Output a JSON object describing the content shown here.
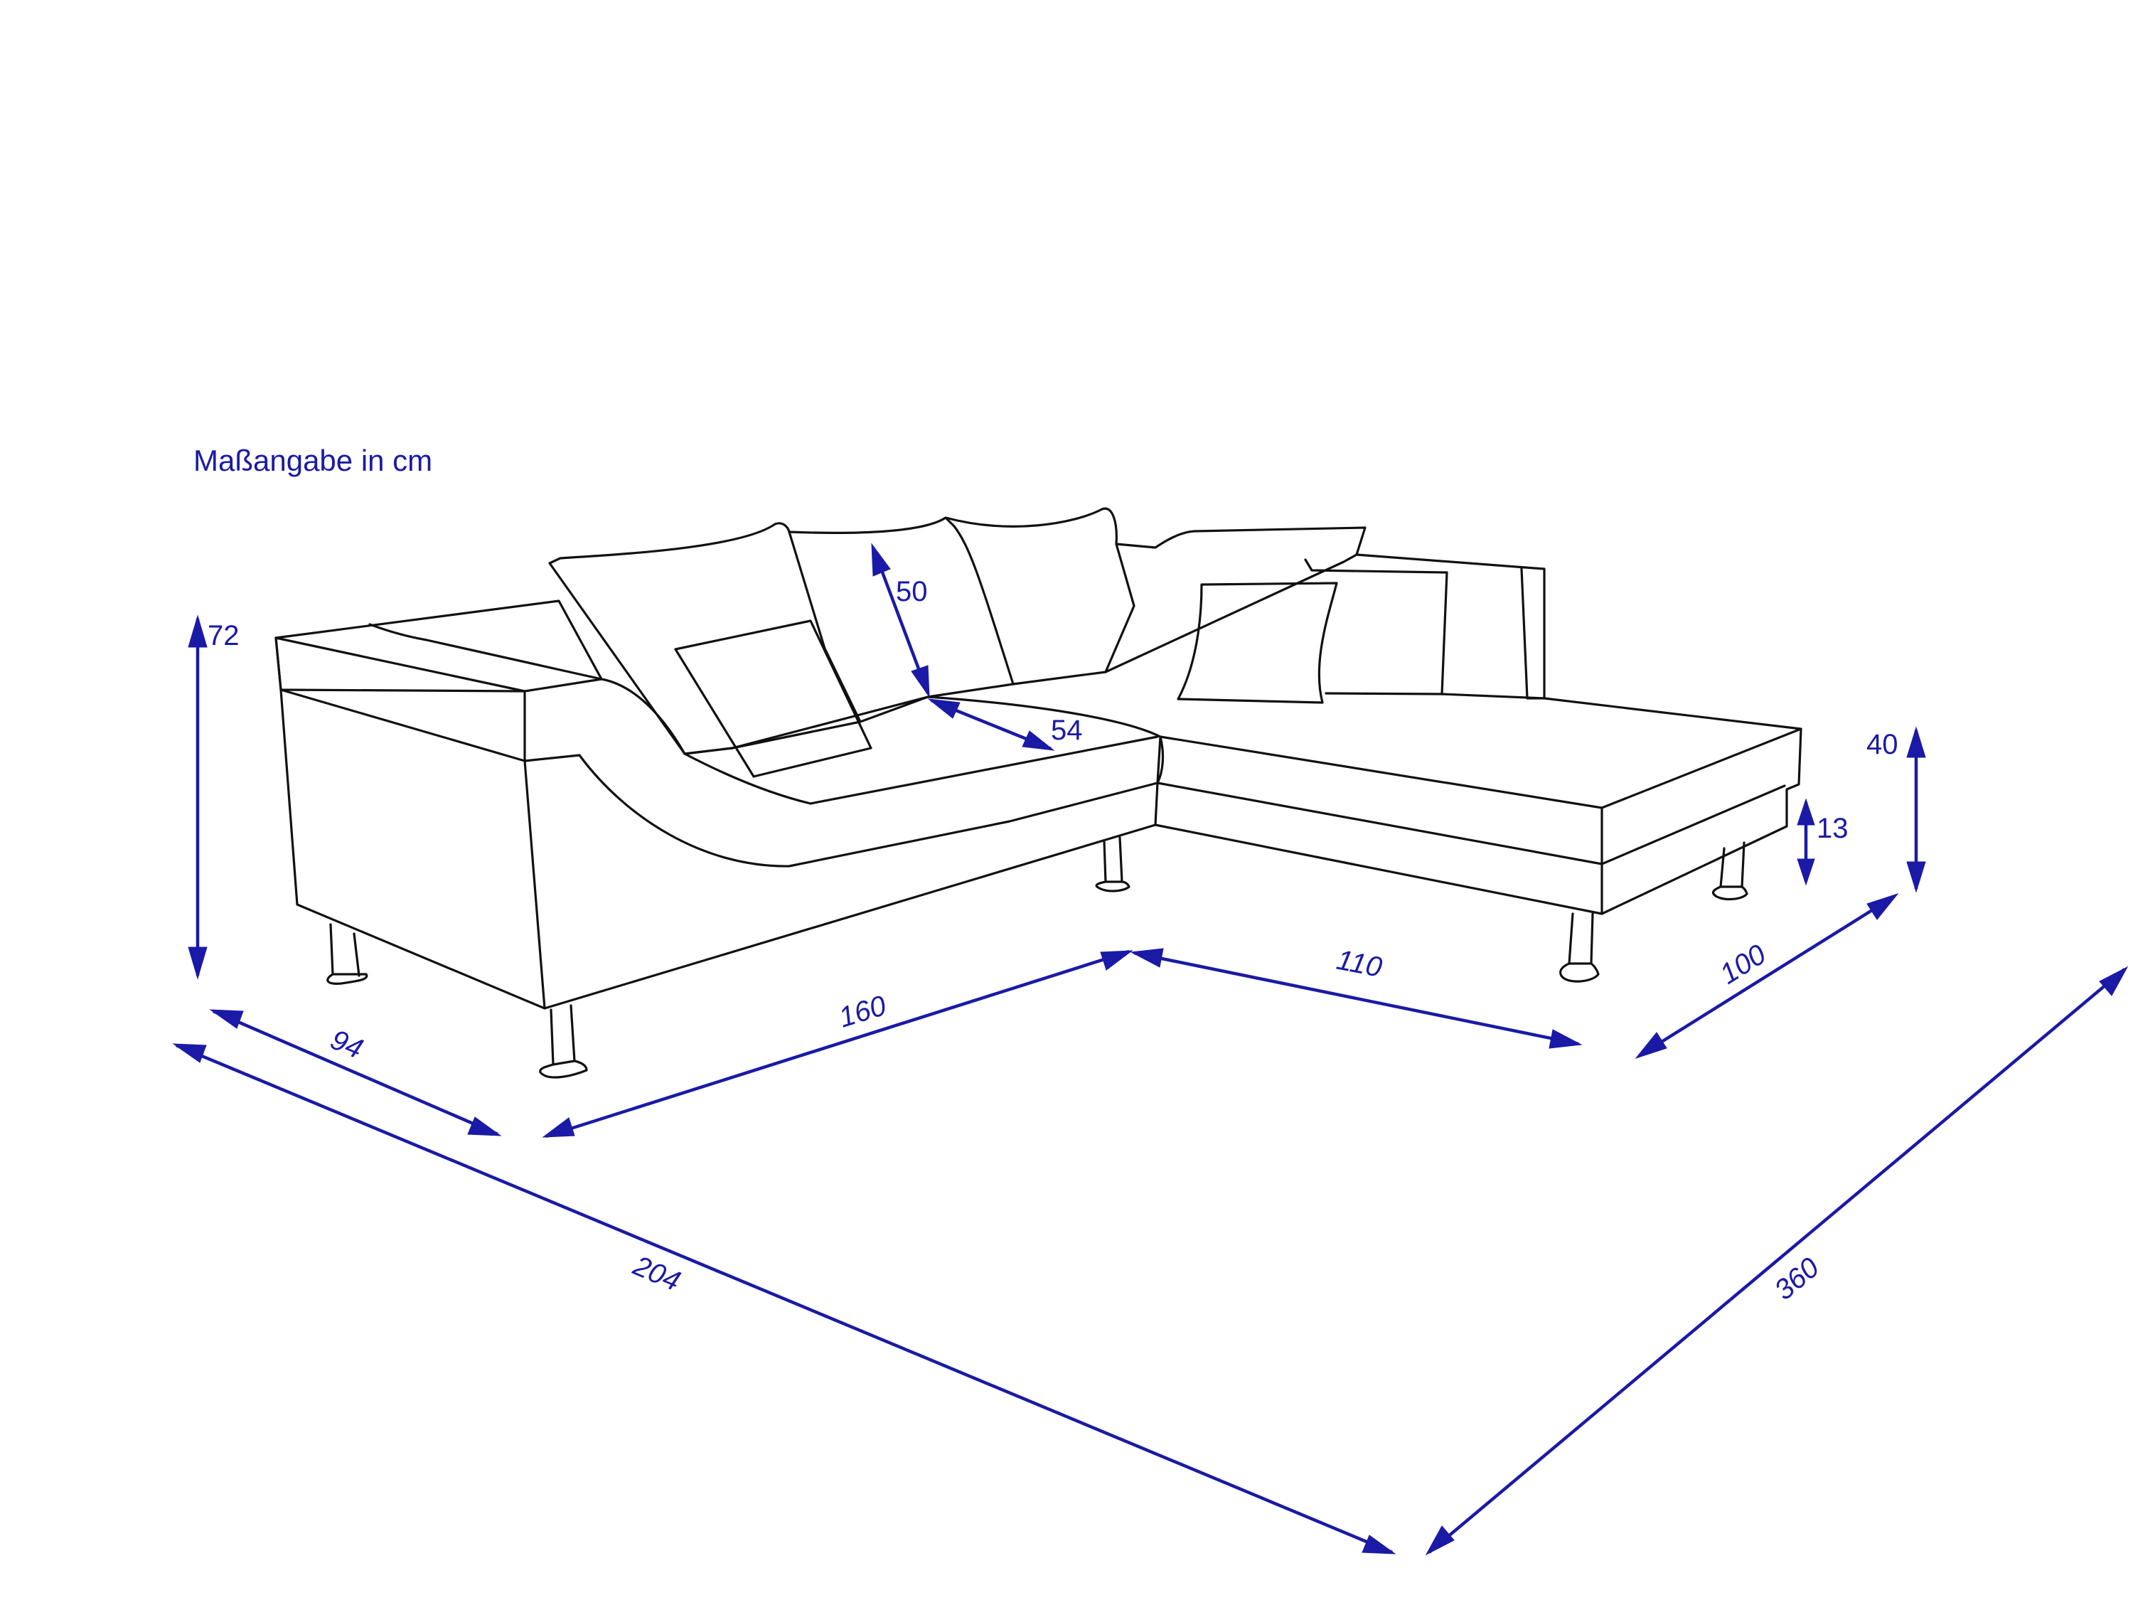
{
  "note": "Maßangabe in cm",
  "colors": {
    "dimension": "#1a1aa6",
    "outline": "#111111",
    "background": "#ffffff"
  },
  "dimensions": {
    "total_height": "72",
    "backrest_height": "50",
    "seat_depth": "54",
    "seat_height": "40",
    "leg_height": "13",
    "depth_left": "94",
    "width_left_section": "160",
    "width_right_section": "110",
    "depth_chaise": "100",
    "total_left_side": "204",
    "total_length": "360"
  }
}
